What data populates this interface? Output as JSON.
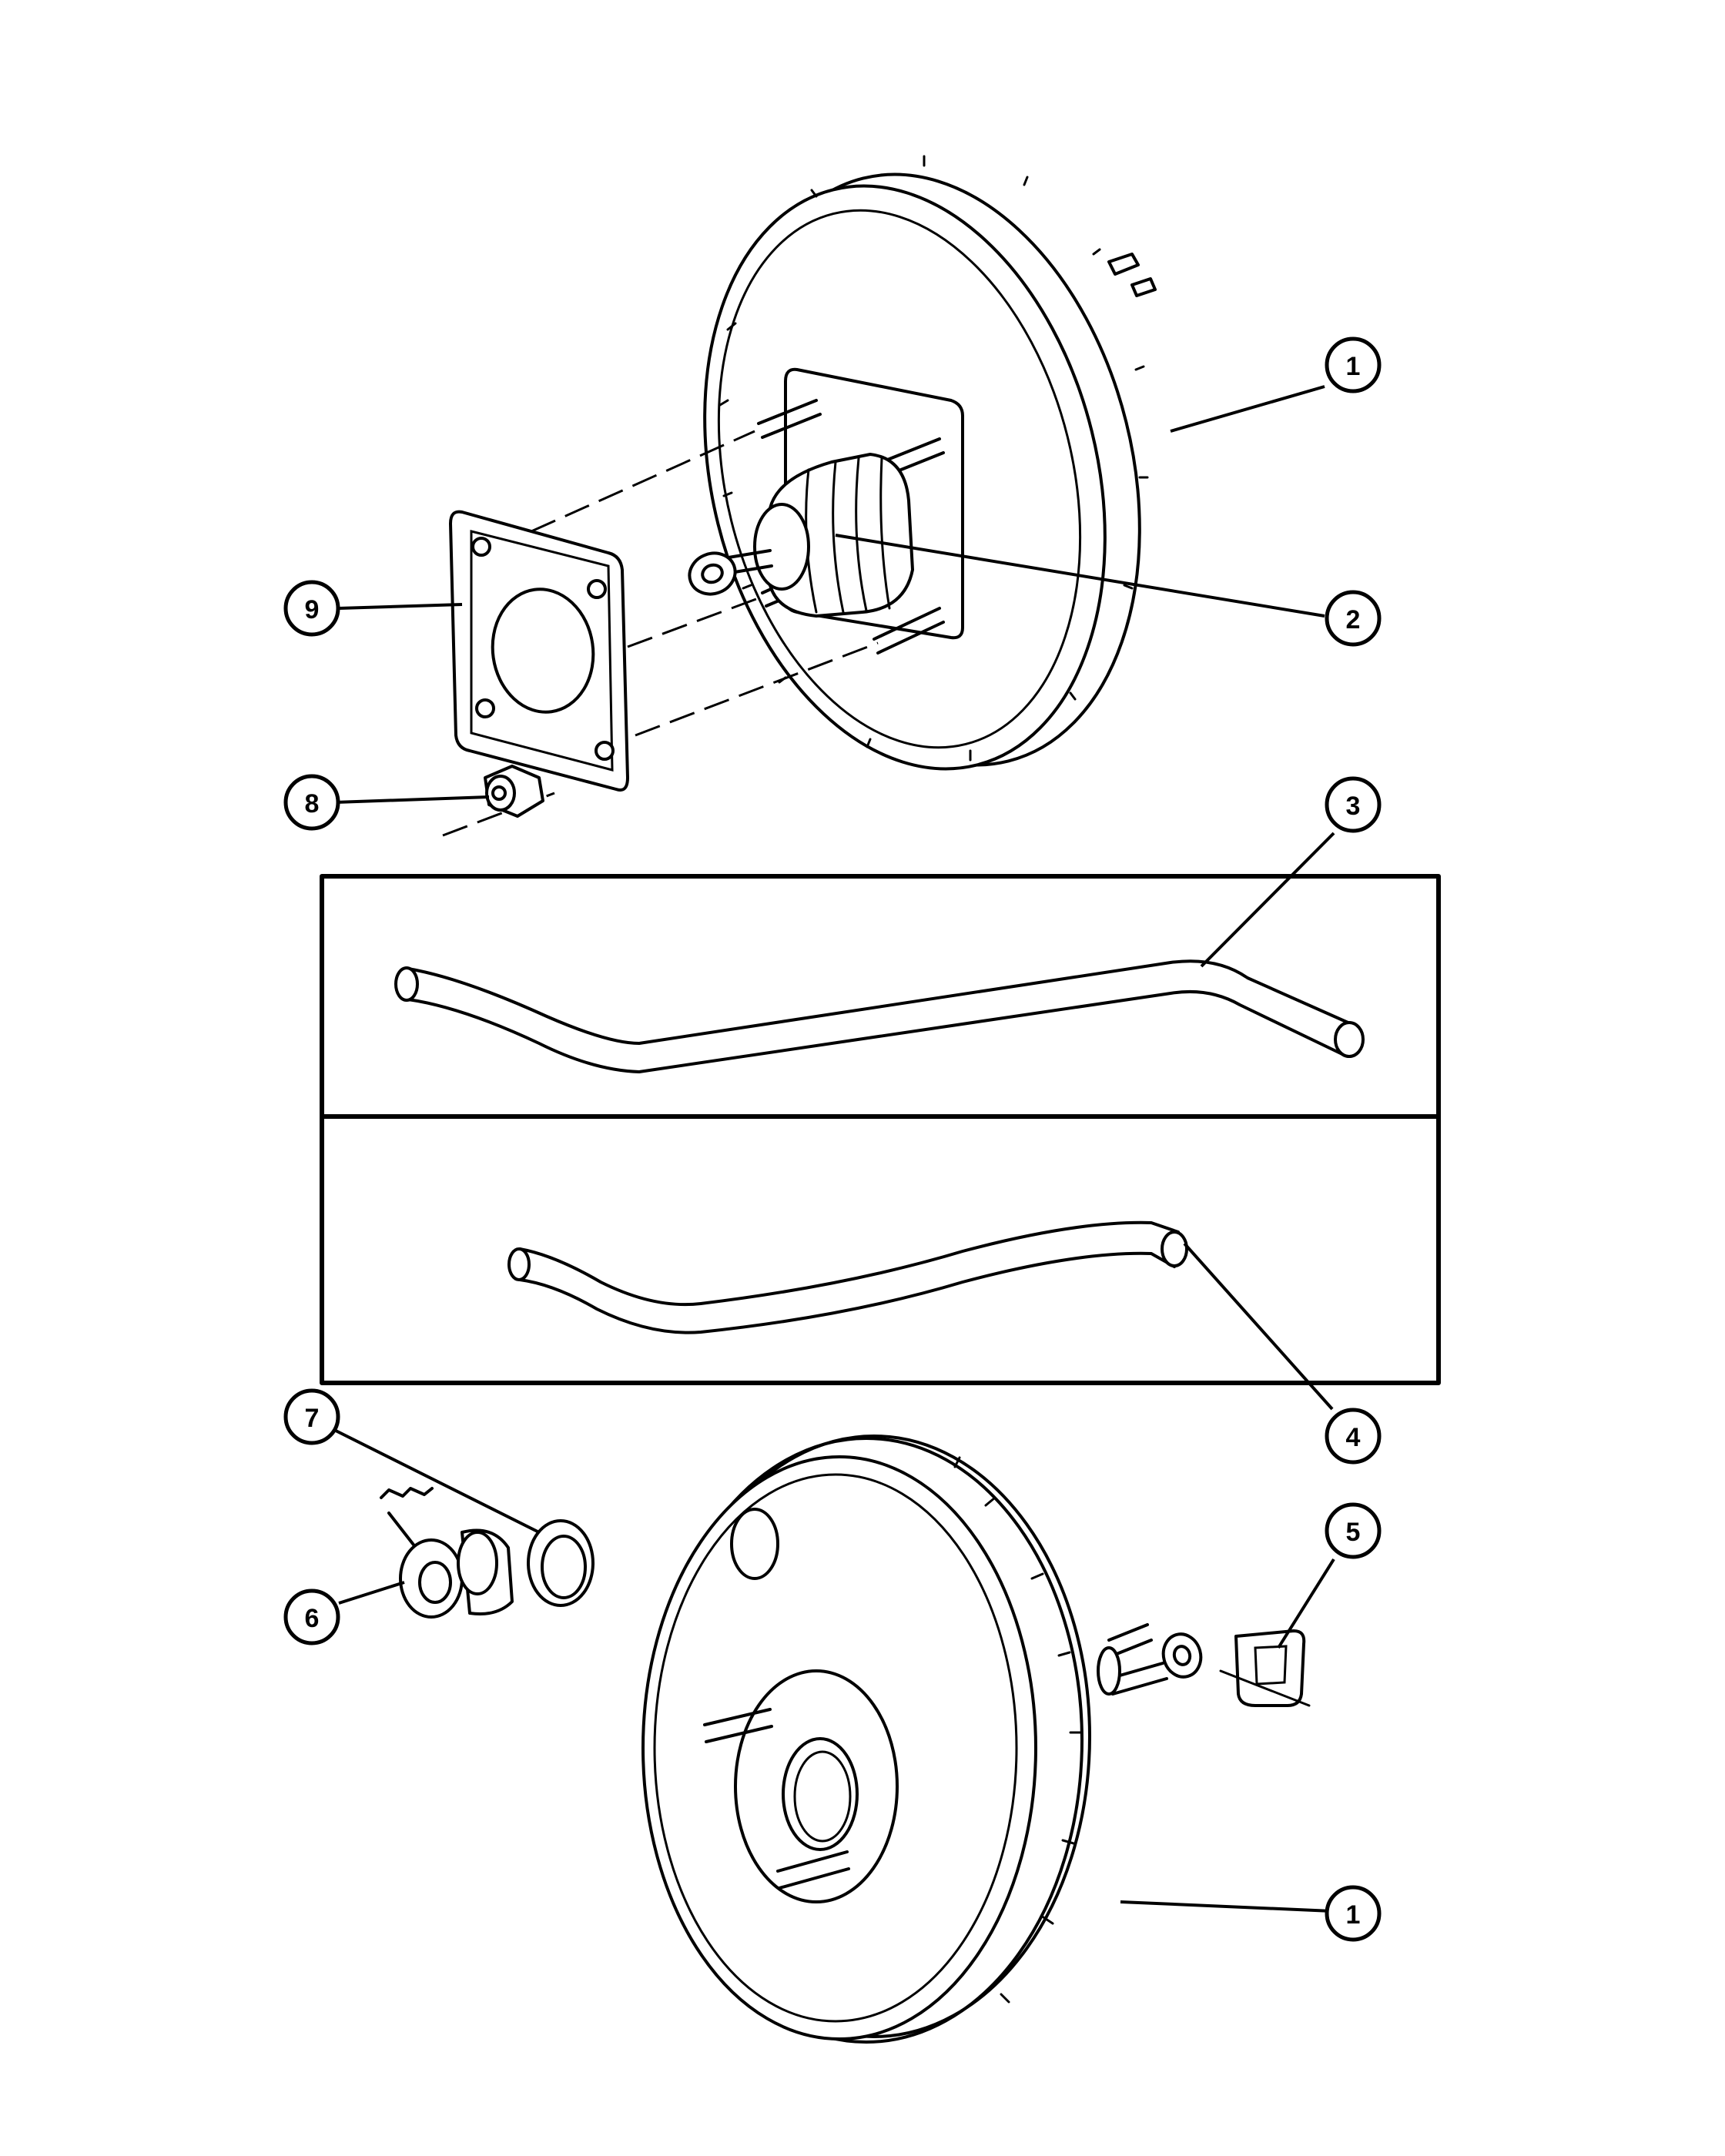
{
  "callouts": [
    {
      "id": "c1-top",
      "label": "1"
    },
    {
      "id": "c2",
      "label": "2"
    },
    {
      "id": "c3",
      "label": "3"
    },
    {
      "id": "c4",
      "label": "4"
    },
    {
      "id": "c5",
      "label": "5"
    },
    {
      "id": "c6",
      "label": "6"
    },
    {
      "id": "c7",
      "label": "7"
    },
    {
      "id": "c8",
      "label": "8"
    },
    {
      "id": "c9",
      "label": "9"
    },
    {
      "id": "c1-bottom",
      "label": "1"
    }
  ]
}
